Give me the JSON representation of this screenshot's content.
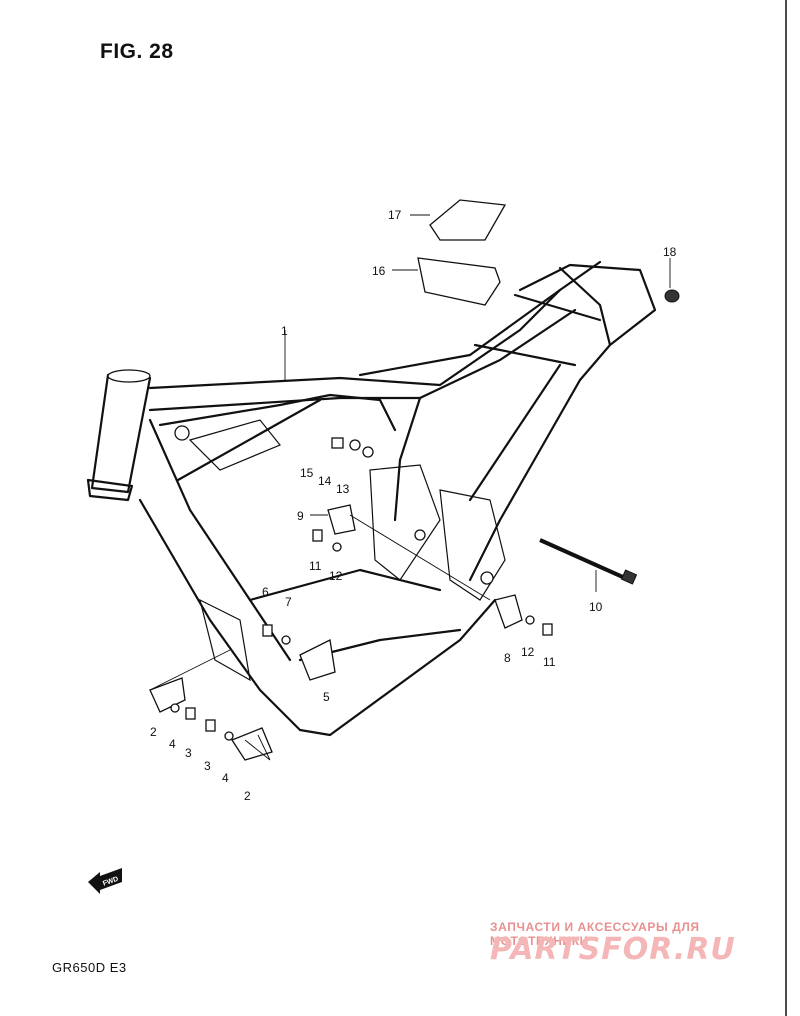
{
  "figure": {
    "title": "FIG. 28",
    "model": "GR650D  E3"
  },
  "fwd_label": "FWD",
  "watermark": {
    "tagline": "ЗАПЧАСТИ И АКСЕССУАРЫ ДЛЯ МОТОТЕХНИКИ",
    "logo": "PARTSFOR.RU"
  },
  "callouts": {
    "c1": "1",
    "c2a": "2",
    "c2b": "2",
    "c3a": "3",
    "c3b": "3",
    "c4a": "4",
    "c4b": "4",
    "c5": "5",
    "c6": "6",
    "c7": "7",
    "c8": "8",
    "c9": "9",
    "c10": "10",
    "c11a": "11",
    "c11b": "11",
    "c12a": "12",
    "c12b": "12",
    "c13": "13",
    "c14": "14",
    "c15": "15",
    "c16": "16",
    "c17": "17",
    "c18": "18"
  },
  "colors": {
    "ink": "#111111",
    "watermark": "#f4b6b6"
  }
}
